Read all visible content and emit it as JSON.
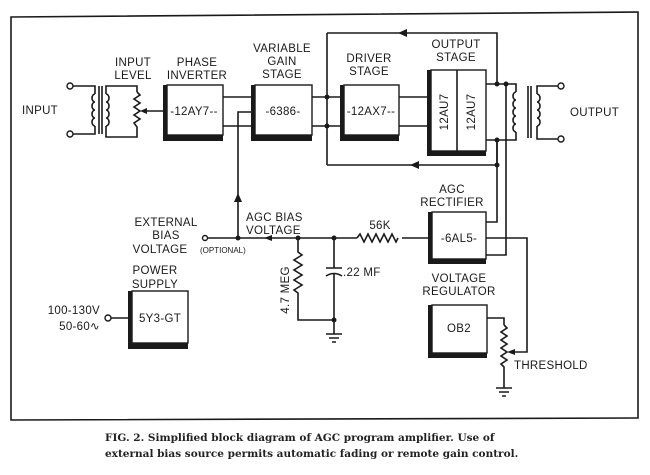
{
  "diagram": {
    "labels": {
      "input": "INPUT",
      "input_level": [
        "INPUT",
        "LEVEL"
      ],
      "phase_inverter": [
        "PHASE",
        "INVERTER"
      ],
      "variable_gain_stage": [
        "VARIABLE",
        "GAIN",
        "STAGE"
      ],
      "driver_stage": [
        "DRIVER",
        "STAGE"
      ],
      "output_stage": [
        "OUTPUT",
        "STAGE"
      ],
      "output": "OUTPUT",
      "agc_rectifier": [
        "AGC",
        "RECTIFIER"
      ],
      "external_bias": [
        "EXTERNAL",
        "BIAS",
        "VOLTAGE"
      ],
      "optional": "(OPTIONAL)",
      "agc_bias_voltage": [
        "AGC BIAS",
        "VOLTAGE"
      ],
      "power_supply": [
        "POWER",
        "SUPPLY"
      ],
      "mains": [
        "100-130V",
        "50-60∿"
      ],
      "voltage_regulator": [
        "VOLTAGE",
        "REGULATOR"
      ],
      "threshold": "THRESHOLD",
      "resistor_56k": "56K",
      "resistor_4m7": "4.7 MEG",
      "capacitor": ".22 MF"
    },
    "tubes": {
      "phase_inverter": "-12AY7--",
      "variable_gain": "-6386-",
      "driver": "-12AX7--",
      "output_a": "12AU7",
      "output_b": "12AU7",
      "rectifier": "-6AL5-",
      "regulator": "OB2",
      "power_supply": "5Y3-GT"
    }
  },
  "caption": [
    "FIG. 2.  Simplified block diagram of AGC program amplifier. Use of",
    "external bias source permits automatic fading or remote gain control."
  ]
}
